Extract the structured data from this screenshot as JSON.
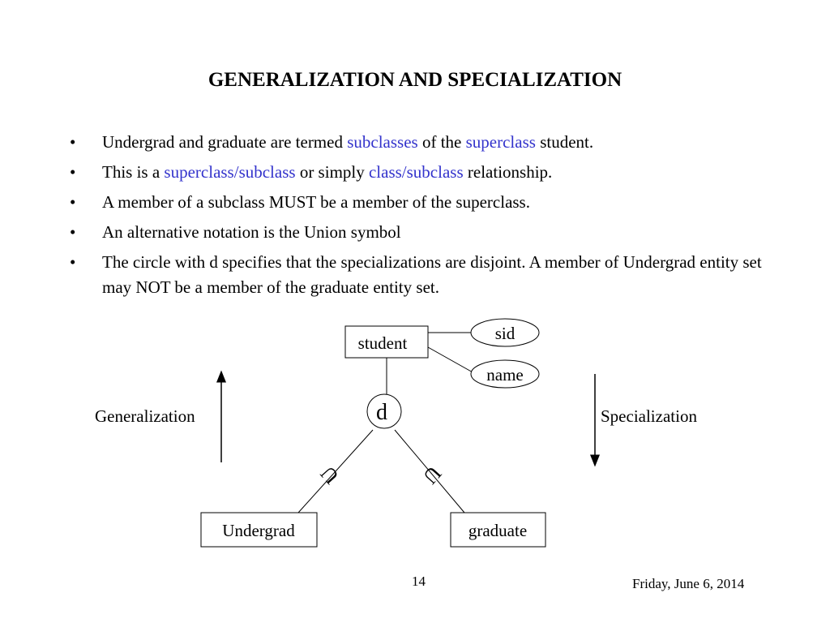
{
  "slide": {
    "title": "GENERALIZATION AND SPECIALIZATION",
    "bullet_glyph": "•",
    "bullets": [
      {
        "segments": [
          {
            "text": "Undergrad and graduate are termed ",
            "emphasis": false
          },
          {
            "text": "subclasses",
            "emphasis": true
          },
          {
            "text": " of the ",
            "emphasis": false
          },
          {
            "text": "superclass",
            "emphasis": true
          },
          {
            "text": " student.",
            "emphasis": false
          }
        ]
      },
      {
        "segments": [
          {
            "text": "This is a ",
            "emphasis": false
          },
          {
            "text": "superclass/subclass",
            "emphasis": true
          },
          {
            "text": " or simply ",
            "emphasis": false
          },
          {
            "text": "class/subclass",
            "emphasis": true
          },
          {
            "text": " relationship.",
            "emphasis": false
          }
        ]
      },
      {
        "segments": [
          {
            "text": "A member of a subclass MUST be a member of the superclass.",
            "emphasis": false
          }
        ]
      },
      {
        "segments": [
          {
            "text": "An alternative notation is the Union symbol",
            "emphasis": false
          }
        ]
      },
      {
        "segments": [
          {
            "text": "The circle with d specifies that the specializations are disjoint.  A member of Undergrad entity set may NOT be a member of the graduate entity set.",
            "emphasis": false
          }
        ]
      }
    ],
    "emphasis_color": "#3333cc",
    "text_color": "#000000",
    "background_color": "#ffffff"
  },
  "diagram": {
    "superclass_entity": "student",
    "attributes": [
      "sid",
      "name"
    ],
    "disjoint_symbol": "d",
    "union_symbol": "U",
    "subclass_entities": [
      "Undergrad",
      "graduate"
    ],
    "generalization_label": "Generalization",
    "generalization_arrow": "up",
    "specialization_label": "Specialization",
    "specialization_arrow": "down"
  },
  "footer": {
    "page_number": "14",
    "date": "Friday, June 6, 2014"
  }
}
